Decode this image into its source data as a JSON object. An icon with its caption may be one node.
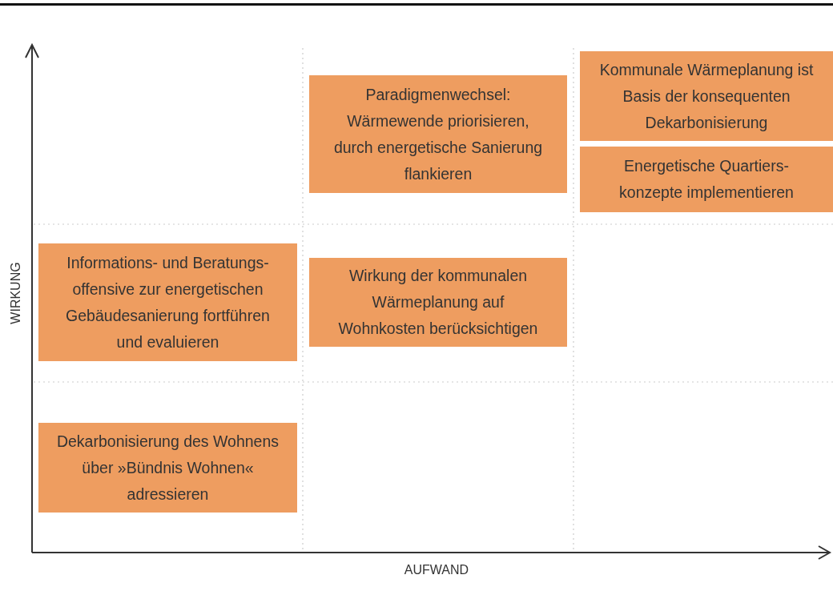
{
  "diagram": {
    "nodes": [
      {
        "text": [
          "Paradigmenwechsel: Wärmewende priorisieren, durch energetische Sanierung flankieren"
        ]
      },
      {
        "text": [
          "Kommunale Wärmeplanung ist Basis der konsequenten Dekarbonisierung"
        ]
      },
      {
        "text": [
          "Energetische Quartiers-konzepte implementieren"
        ]
      },
      {
        "text": [
          "Informations- und Beratungs-offensive zur energetischen Gebäudesanierung fortführen und evaluieren"
        ]
      },
      {
        "text": [
          "Wirkung der kommunalen Wärmeplanung auf Wohnkosten berücksichtigen"
        ]
      },
      {
        "text": [
          "Dekarbonisierung des Wohnens über »Bündnis Wohnen« adressieren"
        ]
      }
    ],
    "labels": [
      "WIRKUNG",
      "AUFWAND"
    ]
  }
}
